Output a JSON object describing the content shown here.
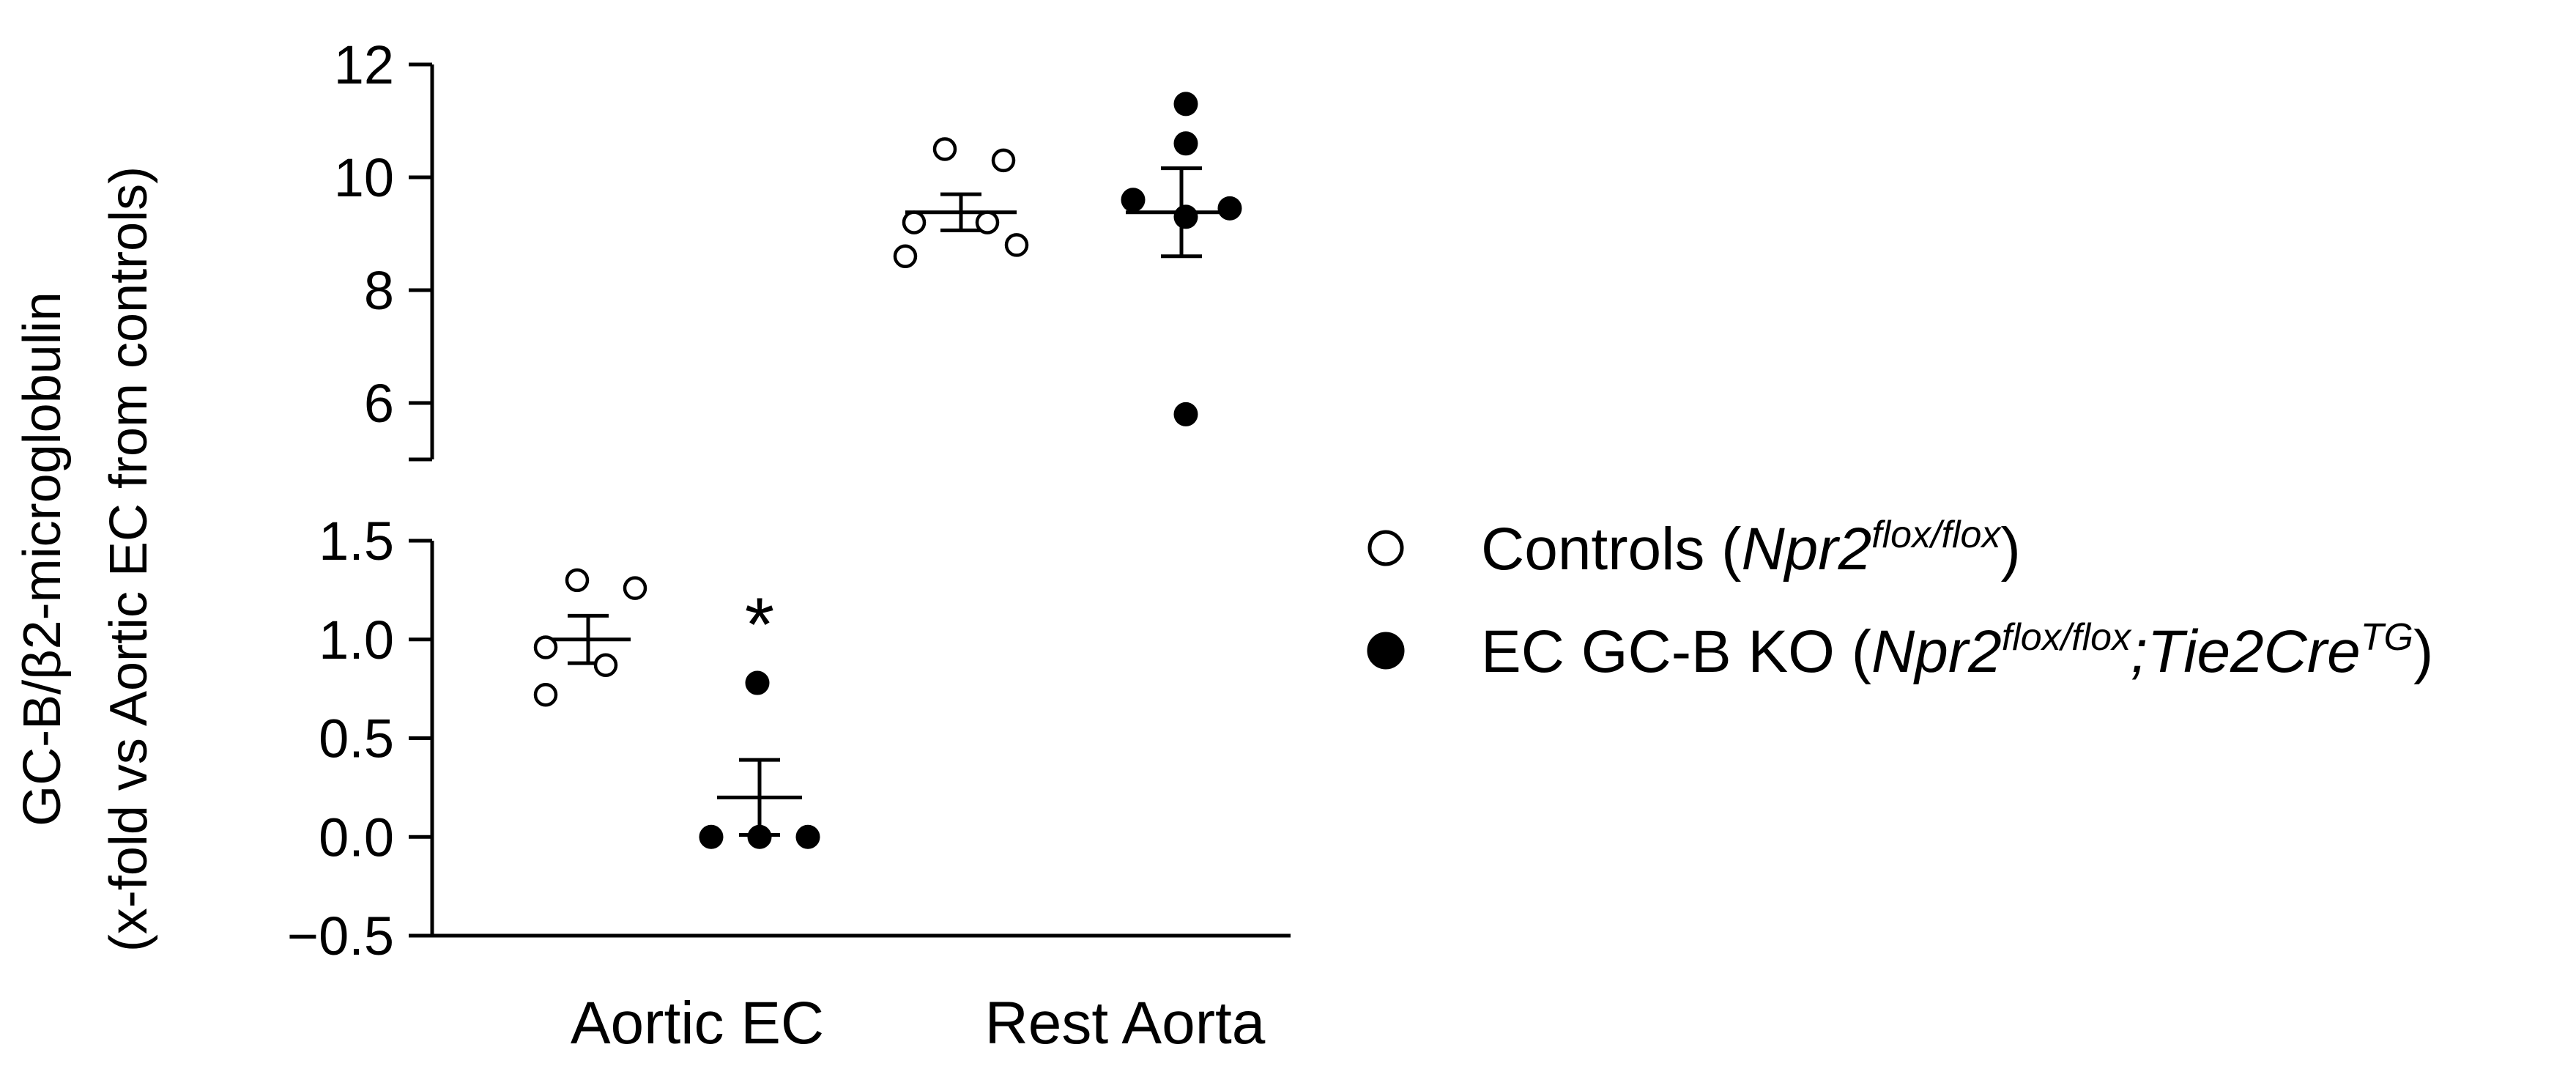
{
  "chart_data": {
    "type": "scatter",
    "ylabel_line1": "GC-B/β2-microglobulin",
    "ylabel_line2": "(x-fold vs Aortic EC from controls)",
    "categories": [
      "Aortic EC",
      "Rest Aorta"
    ],
    "axis_break": {
      "upper": {
        "ylim": [
          5,
          12
        ],
        "ticks": [
          "6",
          "8",
          "10",
          "12"
        ]
      },
      "lower": {
        "ylim": [
          -0.5,
          1.5
        ],
        "ticks": [
          "−0.5",
          "0.0",
          "0.5",
          "1.0",
          "1.5"
        ]
      }
    },
    "series": [
      {
        "name": "Controls",
        "name_italic": "Npr2",
        "name_sup": "flox/flox",
        "marker": "open-circle",
        "groups": [
          {
            "category": "Aortic EC",
            "values": [
              1.3,
              1.26,
              0.96,
              0.87,
              0.72
            ],
            "mean": 1.0,
            "sem": 0.12
          },
          {
            "category": "Rest Aorta",
            "values": [
              10.5,
              10.3,
              9.2,
              9.2,
              8.8,
              8.6
            ],
            "mean": 9.38,
            "sem": 0.32
          }
        ]
      },
      {
        "name": "EC GC-B KO",
        "name_italic": "Npr2",
        "name_sup": "flox/flox",
        "name_italic2": ";Tie2Cre",
        "name_sup2": "TG",
        "marker": "filled-circle",
        "groups": [
          {
            "category": "Aortic EC",
            "values": [
              0.78,
              0.0,
              0.0,
              0.0
            ],
            "mean": 0.2,
            "sem": 0.19,
            "annotation": "*"
          },
          {
            "category": "Rest Aorta",
            "values": [
              11.3,
              10.6,
              9.6,
              9.3,
              9.45,
              5.8
            ],
            "mean": 9.38,
            "sem": 0.78
          }
        ]
      }
    ],
    "legend_position": "right"
  }
}
